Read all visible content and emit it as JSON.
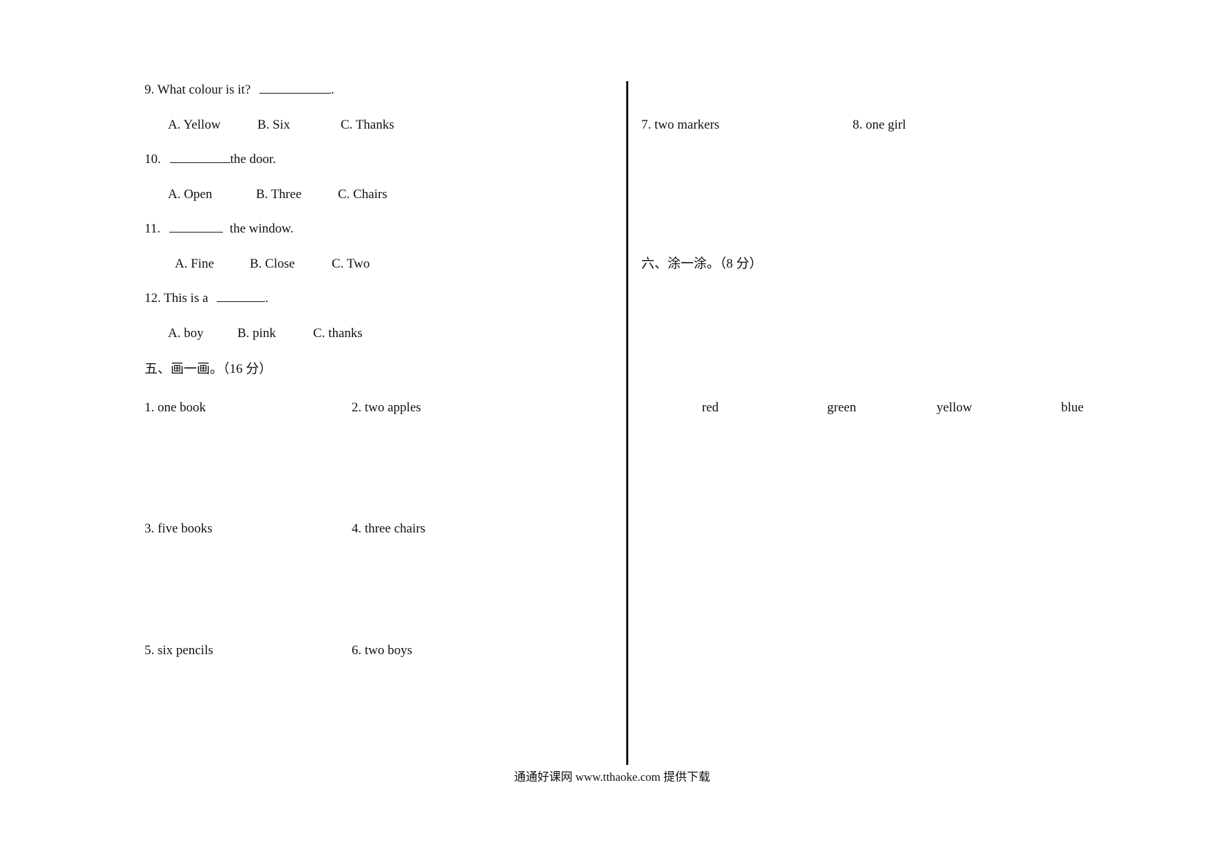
{
  "questions": [
    {
      "stem_before": "9. What colour is it?",
      "stem_after": ".",
      "options": [
        "A. Yellow",
        "B. Six",
        "C. Thanks"
      ]
    },
    {
      "stem_before": "10.",
      "stem_after": "the door.",
      "options": [
        "A. Open",
        "B. Three",
        "C. Chairs"
      ]
    },
    {
      "stem_before": "11.",
      "stem_after": "the window.",
      "options": [
        "A. Fine",
        "B. Close",
        "C. Two"
      ]
    },
    {
      "stem_before": "12. This is a",
      "stem_after": ".",
      "options": [
        "A. boy",
        "B. pink",
        "C. thanks"
      ]
    }
  ],
  "section_draw": {
    "title": "五、画一画。（16 分）",
    "items": [
      "1. one book",
      "2. two apples",
      "3. five books",
      "4. three chairs",
      "5. six pencils",
      "6. two boys",
      "7. two markers",
      "8. one girl"
    ]
  },
  "section_color": {
    "title": "六、涂一涂。（8 分）",
    "colors": [
      "red",
      "green",
      "yellow",
      "blue"
    ]
  },
  "footer": "通通好课网  www.tthaoke.com  提供下载"
}
